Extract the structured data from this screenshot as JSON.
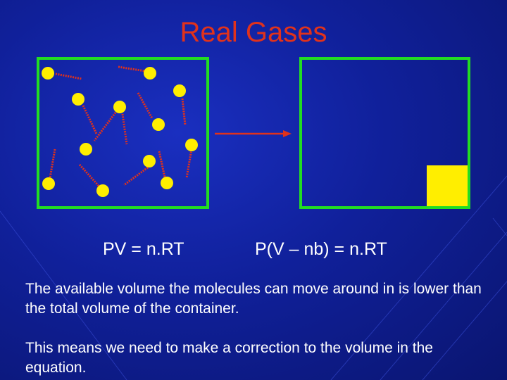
{
  "slide": {
    "title": "Real Gases",
    "equation_ideal": "PV = n.RT",
    "equation_real": "P(V – nb) = n.RT",
    "paragraph_1": "The available volume the molecules can move around in is lower than the total volume of the container.",
    "paragraph_2": "This means we need to make a correction to the volume in the equation."
  },
  "colors": {
    "background": "#10209a",
    "title": "#e0321c",
    "container_border": "#22dd22",
    "molecule": "#ffee00",
    "trail": "#e0321c",
    "arrow": "#e0321c",
    "excluded_volume": "#ffee00",
    "text": "#ffffff"
  }
}
